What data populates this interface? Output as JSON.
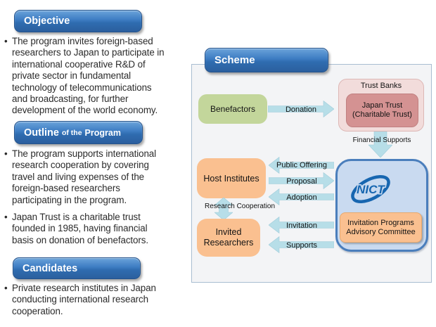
{
  "colors": {
    "header-top": "#6ba3da",
    "header-bottom": "#2b5f9e",
    "header-border": "#24538c",
    "panel-bg": "#f3f4f6",
    "panel-border": "#a9bdd1",
    "arrow": "#b7dee8",
    "green-box": "#c3d69b",
    "pink-outer": "#f2dcdb",
    "pink-inner": "#d49292",
    "orange-box": "#fac090",
    "nict-fill": "#c9daf0",
    "nict-border": "#4a7ebc",
    "nict-logo": "#1766b0"
  },
  "left_panel": {
    "objective": {
      "heading": "Objective",
      "bullets": [
        [
          "The program invites foreign-based",
          "researchers to Japan to participate in",
          "international cooperative R&D of",
          "private sector in fundamental",
          "technology of telecommunications",
          "and broadcasting, for further",
          "development of the world economy."
        ]
      ]
    },
    "outline": {
      "heading": {
        "main": "Outline",
        "small": "of the",
        "tail": "Program"
      },
      "bullets": [
        [
          "The program supports international",
          "research cooperation by covering",
          "travel and living expenses of the",
          "foreign-based researchers",
          "participating in the program."
        ],
        [
          "Japan Trust is a charitable trust",
          "founded in 1985, having financial",
          "basis on donation of benefactors."
        ]
      ]
    },
    "candidates": {
      "heading": "Candidates",
      "bullets": [
        [
          "Private research institutes in Japan",
          "conducting international research",
          "cooperation."
        ]
      ]
    }
  },
  "scheme": {
    "heading": "Scheme",
    "nodes": {
      "benefactors": "Benefactors",
      "trust_banks": "Trust Banks",
      "japan_trust": [
        "Japan Trust",
        "(Charitable Trust)"
      ],
      "host_institutes": "Host Institutes",
      "invited_researchers": [
        "Invited",
        "Researchers"
      ],
      "nict_logo": "NICT",
      "advisory_committee": [
        "Invitation Programs",
        "Advisory Committee"
      ]
    },
    "flows": {
      "donation": "Donation",
      "financial_supports": "Financial Supports",
      "public_offering": "Public Offering",
      "proposal": "Proposal",
      "adoption": "Adoption",
      "research_cooperation": "Research Cooperation",
      "invitation": "Invitation",
      "supports": "Supports"
    }
  }
}
